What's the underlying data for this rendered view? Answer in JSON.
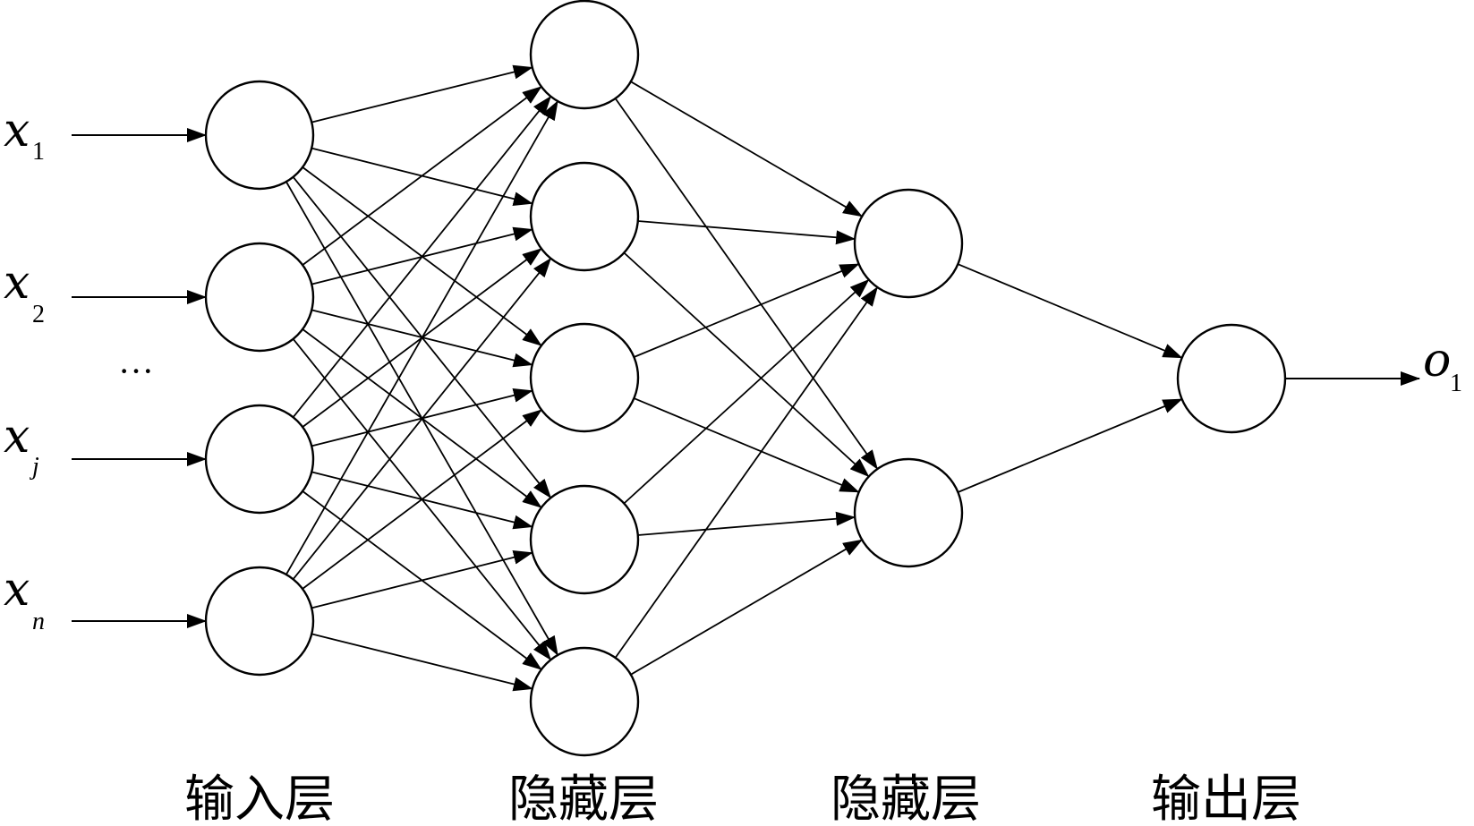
{
  "inputs": [
    {
      "main": "x",
      "sub": "1",
      "sub_italic": false
    },
    {
      "main": "x",
      "sub": "2",
      "sub_italic": false
    },
    {
      "main": "x",
      "sub": "j",
      "sub_italic": true
    },
    {
      "main": "x",
      "sub": "n",
      "sub_italic": true
    }
  ],
  "ellipsis": "···",
  "output": {
    "main": "o",
    "sub": "1"
  },
  "layer_labels": [
    "输入层",
    "隐藏层",
    "隐藏层",
    "输出层"
  ],
  "layer_sizes": [
    4,
    5,
    2,
    1
  ],
  "colors": {
    "stroke": "#000000",
    "background": "#ffffff"
  }
}
